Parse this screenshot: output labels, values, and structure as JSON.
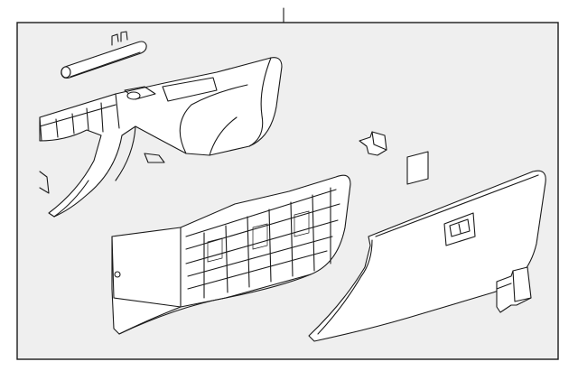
{
  "figure": {
    "type": "exploded parts diagram",
    "background": "#ffffff",
    "frame_fill": "#efefef",
    "line_color": "#1a1a1a",
    "parts": [
      {
        "id": "cylinder-retainer",
        "icon": "cylinder-part"
      },
      {
        "id": "glove-box-housing",
        "icon": "housing-part"
      },
      {
        "id": "small-clip",
        "icon": "clip-part"
      },
      {
        "id": "square-pad",
        "icon": "pad-part"
      },
      {
        "id": "storage-bin",
        "icon": "bin-part"
      },
      {
        "id": "glove-box-door",
        "icon": "door-part"
      },
      {
        "id": "door-bumper",
        "icon": "bumper-part"
      }
    ]
  }
}
